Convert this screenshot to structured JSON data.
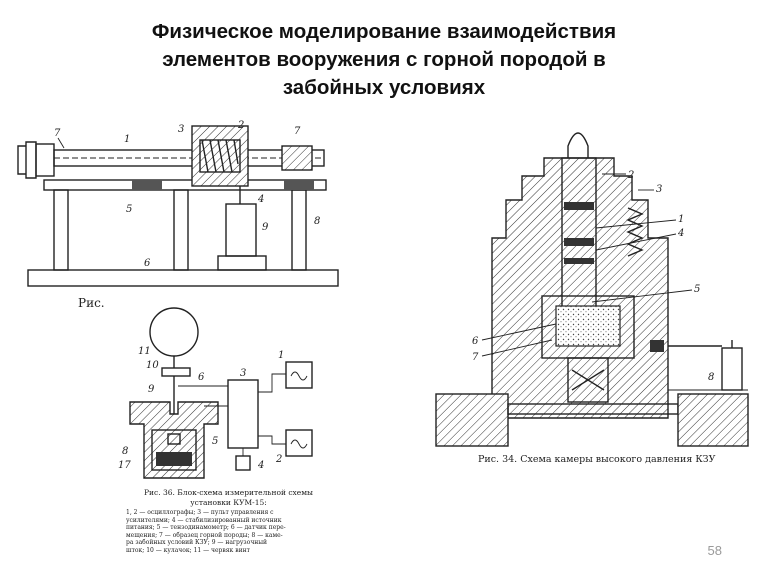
{
  "slide": {
    "title_lines": [
      "Физическое моделирование взаимодействия",
      "элементов вооружения с горной породой в",
      "забойных условиях"
    ],
    "page_number": "58"
  },
  "figure_top_left": {
    "caption": "Рис.",
    "callouts": [
      "7",
      "1",
      "3",
      "2",
      "7",
      "5",
      "4",
      "9",
      "8",
      "6"
    ]
  },
  "figure_bottom_left": {
    "caption_title": "Рис. 36. Блок-схема измерительной схемы",
    "caption_title2": "установки КУМ-15:",
    "caption_lines": [
      "1, 2 — осциллографы;  3 — пульт управления с",
      "усилителями;  4 — стабилизированный источник",
      "питания;  5 — тензодинамометр;  6 — датчик пере-",
      "мещения;  7 — образец горной породы;  8 — каме-",
      "ра забойных условий КЗУ;  9 — нагрузочный",
      "шток;  10 — кулачок;  11 — червяк винт"
    ],
    "callouts": [
      "11",
      "10",
      "9",
      "6",
      "3",
      "1",
      "8",
      "17",
      "5",
      "4",
      "2"
    ]
  },
  "figure_right": {
    "caption": "Рис. 34. Схема камеры высокого давления КЗУ",
    "callouts": [
      "2",
      "3",
      "1",
      "4",
      "5",
      "6",
      "7",
      "8"
    ]
  }
}
